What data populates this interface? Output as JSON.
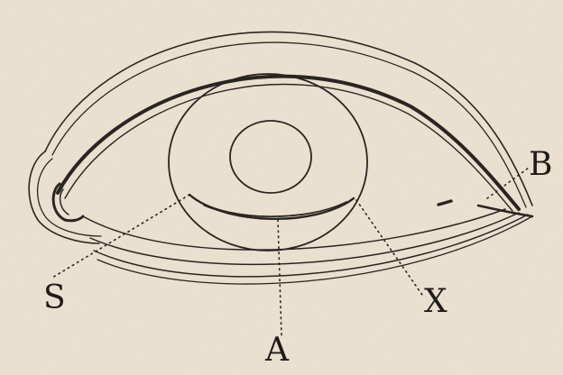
{
  "diagram": {
    "labels": {
      "s": "S",
      "a": "A",
      "x": "X",
      "b": "B"
    }
  },
  "colors": {
    "paper": "#ece3d3",
    "ink": "#2a2520"
  }
}
